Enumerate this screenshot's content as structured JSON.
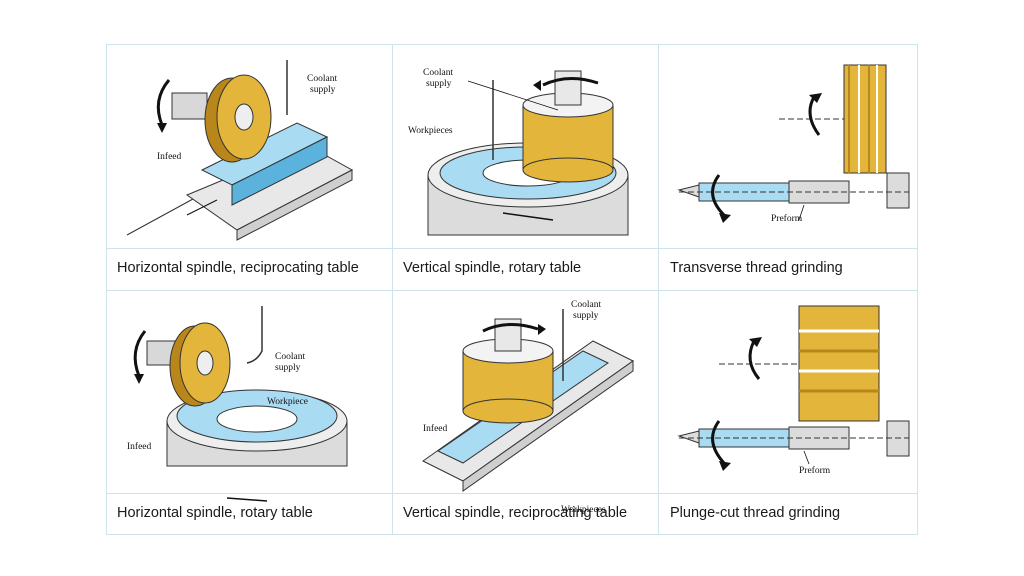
{
  "panels": [
    {
      "caption": "Horizontal spindle, reciprocating table",
      "labels": {
        "coolant": [
          "Coolant",
          "supply"
        ],
        "infeed": "Infeed"
      }
    },
    {
      "caption": "Vertical spindle, rotary table",
      "labels": {
        "coolant": [
          "Coolant",
          "supply"
        ],
        "workpieces": "Workpieces"
      }
    },
    {
      "caption": "Transverse thread grinding",
      "labels": {
        "preform": "Preform"
      }
    },
    {
      "caption": "Horizontal spindle, rotary table",
      "labels": {
        "coolant": [
          "Coolant",
          "supply"
        ],
        "workpiece": "Workpiece",
        "infeed": "Infeed"
      }
    },
    {
      "caption": "Vertical spindle, reciprocating table",
      "labels": {
        "coolant": [
          "Coolant",
          "supply"
        ],
        "infeed": "Infeed",
        "workpieces": "Workpieces"
      }
    },
    {
      "caption": "Plunge-cut thread grinding",
      "labels": {
        "preform": "Preform"
      }
    }
  ],
  "colors": {
    "wheel": "#e3b53a",
    "wheel_dark": "#b8861a",
    "workpiece": "#a9dcf2",
    "workpiece_dark": "#5bb3dd",
    "table": "#d9d9d9",
    "border": "#cfe3ec"
  }
}
